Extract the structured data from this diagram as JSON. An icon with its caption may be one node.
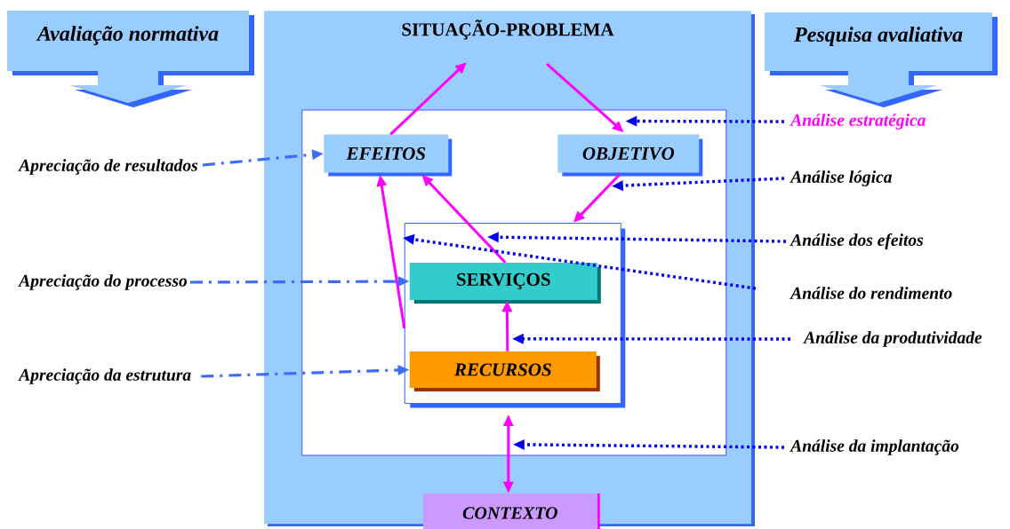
{
  "diagram": {
    "nodes": [
      {
        "text": [
          "Avaliação normativa"
        ]
      },
      {
        "text": [
          "Pesquisa avaliativa"
        ]
      },
      {
        "text": [
          "SITUAÇÃO-PROBLEMA"
        ]
      },
      {
        "text": [],
        "shape": "box",
        "in": 2
      },
      {
        "text": [
          "EFEITOS"
        ],
        "in": 3
      },
      {
        "text": [
          "OBJETIVO"
        ],
        "in": 3
      },
      {
        "text": [],
        "shape": "box",
        "in": 3
      },
      {
        "text": [
          "SERVIÇOS"
        ],
        "in": 6
      },
      {
        "text": [
          "RECURSOS"
        ],
        "in": 6
      },
      {
        "text": [
          "CONTEXTO"
        ],
        "in": 2
      },
      {
        "text": [
          "Apreciação de resultados"
        ]
      },
      {
        "text": [
          "Apreciação do processo"
        ]
      },
      {
        "text": [
          "Apreciação da estrutura"
        ]
      },
      {
        "text": [
          "Análise estratégica"
        ]
      },
      {
        "text": [
          "Análise lógica"
        ]
      },
      {
        "text": [
          "Análise dos efeitos"
        ]
      },
      {
        "text": [
          "Análise do rendimento"
        ]
      },
      {
        "text": [
          "Análise da produtividade"
        ]
      },
      {
        "text": [
          "Análise da implantação"
        ]
      }
    ],
    "edges": [
      {
        "from": 4,
        "to": 2,
        "arrow": "to",
        "color": "#ff00ff"
      },
      {
        "from": 2,
        "to": 5,
        "arrow": "to",
        "color": "#ff00ff"
      },
      {
        "from": 5,
        "to": 6,
        "arrow": "to",
        "color": "#ff00ff"
      },
      {
        "from": 7,
        "to": 4,
        "arrow": "to",
        "color": "#ff00ff"
      },
      {
        "from": 6,
        "to": 4,
        "arrow": "to",
        "color": "#ff00ff"
      },
      {
        "from": 8,
        "to": 7,
        "arrow": "to",
        "color": "#ff00ff"
      },
      {
        "from": 9,
        "to": 6,
        "arrow": "both",
        "color": "#ff00ff"
      },
      {
        "from": 10,
        "to": 4,
        "arrow": "to",
        "style": "dashed",
        "color": "#3d6bff"
      },
      {
        "from": 11,
        "to": 7,
        "arrow": "to",
        "style": "dashed",
        "color": "#3d6bff"
      },
      {
        "from": 12,
        "to": 8,
        "arrow": "to",
        "style": "dashed",
        "color": "#3d6bff"
      },
      {
        "from": 13,
        "to": 3,
        "arrow": "to",
        "style": "dashed",
        "color": "#0000ee"
      },
      {
        "from": 14,
        "to": 5,
        "arrow": "to",
        "style": "dashed",
        "color": "#0000ee"
      },
      {
        "from": 15,
        "to": 6,
        "arrow": "to",
        "style": "dashed",
        "color": "#0000ee"
      },
      {
        "from": 16,
        "to": 6,
        "arrow": "to",
        "style": "dashed",
        "color": "#0000ee"
      },
      {
        "from": 17,
        "to": 8,
        "arrow": "to",
        "style": "dashed",
        "color": "#0000ee"
      },
      {
        "from": 18,
        "to": 9,
        "arrow": "to",
        "style": "dashed",
        "color": "#0000ee"
      }
    ]
  }
}
